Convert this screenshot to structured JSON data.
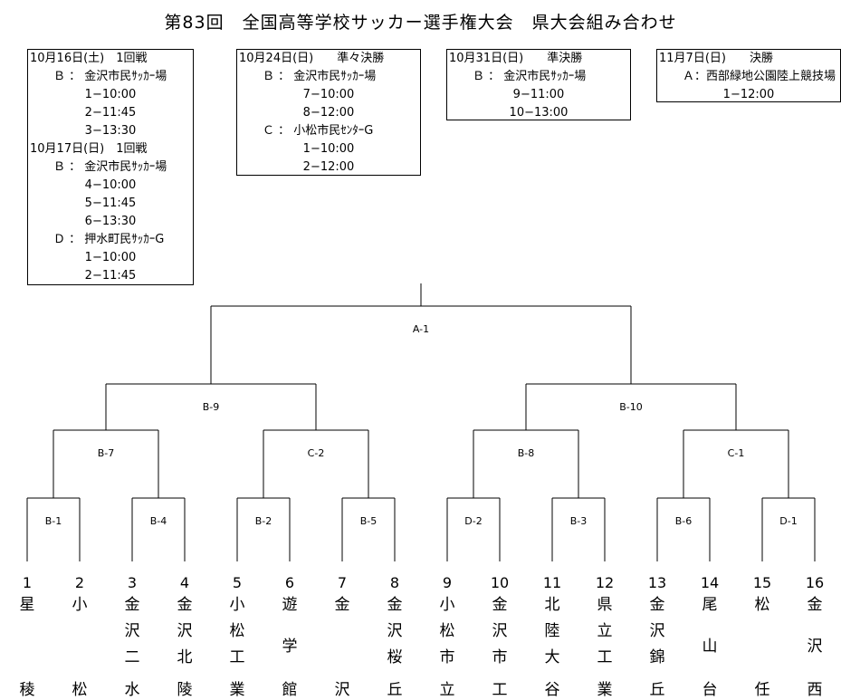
{
  "title": "第83回　全国高等学校サッカー選手権大会　県大会組み合わせ",
  "schedule": [
    {
      "lines": [
        {
          "k": "t",
          "text": "10月16日(土)　1回戦"
        },
        {
          "k": "v",
          "text": "Ｂ ： 金沢市民ｻｯｶｰ場"
        },
        {
          "k": "s",
          "text": "1−10:00"
        },
        {
          "k": "s",
          "text": "2−11:45"
        },
        {
          "k": "s",
          "text": "3−13:30"
        },
        {
          "k": "t",
          "text": "10月17日(日)　1回戦"
        },
        {
          "k": "v",
          "text": "Ｂ ： 金沢市民ｻｯｶｰ場"
        },
        {
          "k": "s",
          "text": "4−10:00"
        },
        {
          "k": "s",
          "text": "5−11:45"
        },
        {
          "k": "s",
          "text": "6−13:30"
        },
        {
          "k": "v",
          "text": "Ｄ ： 押水町民ｻｯｶｰG"
        },
        {
          "k": "s",
          "text": "1−10:00"
        },
        {
          "k": "s",
          "text": "2−11:45"
        }
      ]
    },
    {
      "lines": [
        {
          "k": "t",
          "text": "10月24日(日)　　準々決勝"
        },
        {
          "k": "v",
          "text": "Ｂ ： 金沢市民ｻｯｶｰ場"
        },
        {
          "k": "s",
          "text": "7−10:00"
        },
        {
          "k": "s",
          "text": "8−12:00"
        },
        {
          "k": "v",
          "text": "Ｃ ： 小松市民ｾﾝﾀｰG"
        },
        {
          "k": "s",
          "text": "1−10:00"
        },
        {
          "k": "s",
          "text": "2−12:00"
        }
      ]
    },
    {
      "lines": [
        {
          "k": "t",
          "text": "10月31日(日)　　準決勝"
        },
        {
          "k": "v",
          "text": "Ｂ ： 金沢市民ｻｯｶｰ場"
        },
        {
          "k": "s",
          "text": "9−11:00"
        },
        {
          "k": "s",
          "text": "10−13:00"
        }
      ]
    },
    {
      "lines": [
        {
          "k": "t",
          "text": "11月7日(日)　　決勝"
        },
        {
          "k": "v",
          "text": "Ａ：西部緑地公園陸上競技場"
        },
        {
          "k": "s",
          "text": "1−12:00"
        }
      ]
    }
  ],
  "matches": [
    {
      "id": "r1-1",
      "label": "B-1",
      "a": "t1",
      "b": "t2"
    },
    {
      "id": "r1-2",
      "label": "B-4",
      "a": "t3",
      "b": "t4"
    },
    {
      "id": "r1-3",
      "label": "B-2",
      "a": "t5",
      "b": "t6"
    },
    {
      "id": "r1-4",
      "label": "B-5",
      "a": "t7",
      "b": "t8"
    },
    {
      "id": "r1-5",
      "label": "D-2",
      "a": "t9",
      "b": "t10"
    },
    {
      "id": "r1-6",
      "label": "B-3",
      "a": "t11",
      "b": "t12"
    },
    {
      "id": "r1-7",
      "label": "B-6",
      "a": "t13",
      "b": "t14"
    },
    {
      "id": "r1-8",
      "label": "D-1",
      "a": "t15",
      "b": "t16"
    },
    {
      "id": "r2-1",
      "label": "B-7",
      "a": "r1-1",
      "b": "r1-2"
    },
    {
      "id": "r2-2",
      "label": "C-2",
      "a": "r1-3",
      "b": "r1-4"
    },
    {
      "id": "r2-3",
      "label": "B-8",
      "a": "r1-5",
      "b": "r1-6"
    },
    {
      "id": "r2-4",
      "label": "C-1",
      "a": "r1-7",
      "b": "r1-8"
    },
    {
      "id": "r3-1",
      "label": "B-9",
      "a": "r2-1",
      "b": "r2-2"
    },
    {
      "id": "r3-2",
      "label": "B-10",
      "a": "r2-3",
      "b": "r2-4"
    },
    {
      "id": "final",
      "label": "A-1",
      "a": "r3-1",
      "b": "r3-2"
    }
  ],
  "teams": [
    {
      "num": "1",
      "chars": [
        "星",
        "",
        "",
        "稜"
      ]
    },
    {
      "num": "2",
      "chars": [
        "小",
        "",
        "",
        "松"
      ]
    },
    {
      "num": "3",
      "chars": [
        "金",
        "沢",
        "二",
        "水"
      ]
    },
    {
      "num": "4",
      "chars": [
        "金",
        "沢",
        "北",
        "陵"
      ]
    },
    {
      "num": "5",
      "chars": [
        "小",
        "松",
        "工",
        "業"
      ]
    },
    {
      "num": "6",
      "chars": [
        "遊",
        "",
        "学",
        "館"
      ],
      "mid": true
    },
    {
      "num": "7",
      "chars": [
        "金",
        "",
        "",
        "沢"
      ]
    },
    {
      "num": "8",
      "chars": [
        "金",
        "沢",
        "桜",
        "丘"
      ]
    },
    {
      "num": "9",
      "chars": [
        "小",
        "松",
        "市",
        "立"
      ]
    },
    {
      "num": "10",
      "chars": [
        "金",
        "沢",
        "市",
        "工"
      ]
    },
    {
      "num": "11",
      "chars": [
        "北",
        "陸",
        "大",
        "谷"
      ]
    },
    {
      "num": "12",
      "chars": [
        "県",
        "立",
        "工",
        "業"
      ]
    },
    {
      "num": "13",
      "chars": [
        "金",
        "沢",
        "錦",
        "丘"
      ]
    },
    {
      "num": "14",
      "chars": [
        "尾",
        "",
        "山",
        "台"
      ],
      "mid": true
    },
    {
      "num": "15",
      "chars": [
        "松",
        "",
        "",
        "任"
      ]
    },
    {
      "num": "16",
      "chars": [
        "金",
        "",
        "沢",
        "西"
      ],
      "mid": true
    }
  ]
}
